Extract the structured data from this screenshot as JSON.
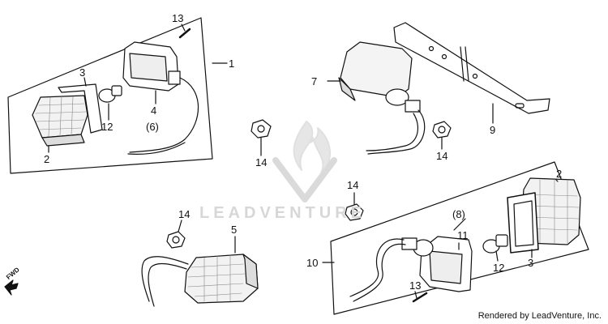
{
  "watermark": "LEADVENTURE",
  "credit": "Rendered by LeadVenture, Inc.",
  "fwd_label": "FWD",
  "callouts": [
    {
      "id": "c13a",
      "text": "13"
    },
    {
      "id": "c1",
      "text": "1"
    },
    {
      "id": "c3a",
      "text": "3"
    },
    {
      "id": "c12a",
      "text": "12"
    },
    {
      "id": "c4",
      "text": "4"
    },
    {
      "id": "c6",
      "text": "(6)"
    },
    {
      "id": "c2a",
      "text": "2"
    },
    {
      "id": "c14a",
      "text": "14"
    },
    {
      "id": "c7",
      "text": "7"
    },
    {
      "id": "c14b",
      "text": "14"
    },
    {
      "id": "c9",
      "text": "9"
    },
    {
      "id": "c14c",
      "text": "14"
    },
    {
      "id": "c14d",
      "text": "14"
    },
    {
      "id": "c5",
      "text": "5"
    },
    {
      "id": "c2b",
      "text": "2"
    },
    {
      "id": "c8",
      "text": "(8)"
    },
    {
      "id": "c11",
      "text": "11"
    },
    {
      "id": "c10",
      "text": "10"
    },
    {
      "id": "c12b",
      "text": "12"
    },
    {
      "id": "c3b",
      "text": "3"
    },
    {
      "id": "c13b",
      "text": "13"
    }
  ]
}
